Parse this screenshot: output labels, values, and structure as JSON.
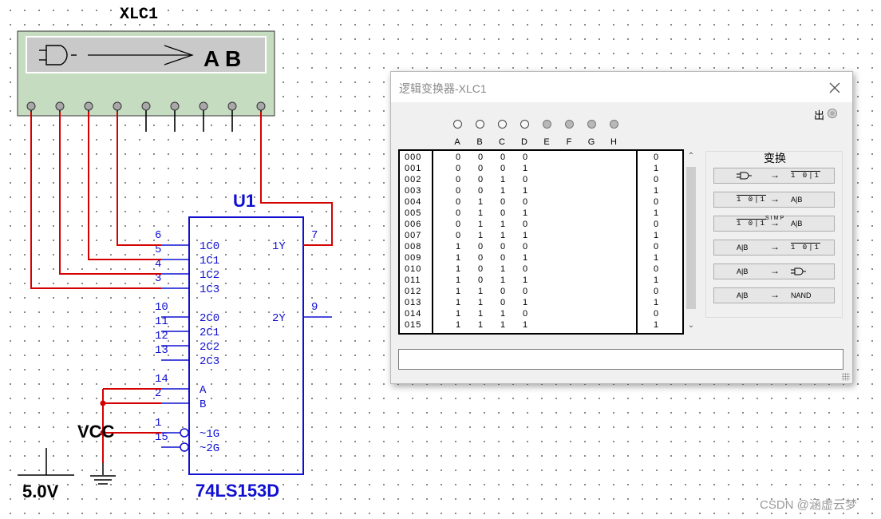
{
  "schematic": {
    "instrument_ref": "XLC1",
    "instrument_panel_text": "A B",
    "chip_ref": "U1",
    "chip_part": "74LS153D",
    "vcc_label": "VCC",
    "supply_label": "5.0V",
    "left_pins": [
      {
        "num": "6",
        "name": "1C0"
      },
      {
        "num": "5",
        "name": "1C1"
      },
      {
        "num": "4",
        "name": "1C2"
      },
      {
        "num": "3",
        "name": "1C3"
      },
      {
        "num": "10",
        "name": "2C0"
      },
      {
        "num": "11",
        "name": "2C1"
      },
      {
        "num": "12",
        "name": "2C2"
      },
      {
        "num": "13",
        "name": "2C3"
      },
      {
        "num": "14",
        "name": "A"
      },
      {
        "num": "2",
        "name": "B"
      },
      {
        "num": "1",
        "name": "~1G"
      },
      {
        "num": "15",
        "name": "~2G"
      }
    ],
    "right_pins": [
      {
        "num": "7",
        "name": "1Y"
      },
      {
        "num": "9",
        "name": "2Y"
      }
    ],
    "wire_color": "#d40000",
    "chip_color": "#1010d0"
  },
  "dialog": {
    "title": "逻辑变换器-XLC1",
    "output_label": "出",
    "columns": [
      "A",
      "B",
      "C",
      "D",
      "E",
      "F",
      "G",
      "H"
    ],
    "rows": [
      {
        "idx": "000",
        "bits": [
          "0",
          "0",
          "0",
          "0"
        ],
        "out": "0"
      },
      {
        "idx": "001",
        "bits": [
          "0",
          "0",
          "0",
          "1"
        ],
        "out": "1"
      },
      {
        "idx": "002",
        "bits": [
          "0",
          "0",
          "1",
          "0"
        ],
        "out": "0"
      },
      {
        "idx": "003",
        "bits": [
          "0",
          "0",
          "1",
          "1"
        ],
        "out": "1"
      },
      {
        "idx": "004",
        "bits": [
          "0",
          "1",
          "0",
          "0"
        ],
        "out": "0"
      },
      {
        "idx": "005",
        "bits": [
          "0",
          "1",
          "0",
          "1"
        ],
        "out": "1"
      },
      {
        "idx": "006",
        "bits": [
          "0",
          "1",
          "1",
          "0"
        ],
        "out": "0"
      },
      {
        "idx": "007",
        "bits": [
          "0",
          "1",
          "1",
          "1"
        ],
        "out": "1"
      },
      {
        "idx": "008",
        "bits": [
          "1",
          "0",
          "0",
          "0"
        ],
        "out": "0"
      },
      {
        "idx": "009",
        "bits": [
          "1",
          "0",
          "0",
          "1"
        ],
        "out": "1"
      },
      {
        "idx": "010",
        "bits": [
          "1",
          "0",
          "1",
          "0"
        ],
        "out": "0"
      },
      {
        "idx": "011",
        "bits": [
          "1",
          "0",
          "1",
          "1"
        ],
        "out": "1"
      },
      {
        "idx": "012",
        "bits": [
          "1",
          "1",
          "0",
          "0"
        ],
        "out": "0"
      },
      {
        "idx": "013",
        "bits": [
          "1",
          "1",
          "0",
          "1"
        ],
        "out": "1"
      },
      {
        "idx": "014",
        "bits": [
          "1",
          "1",
          "1",
          "0"
        ],
        "out": "0"
      },
      {
        "idx": "015",
        "bits": [
          "1",
          "1",
          "1",
          "1"
        ],
        "out": "1"
      }
    ],
    "conversions_title": "变换",
    "conversions": [
      {
        "lhs": "",
        "rhs": "1 0|1",
        "lhs_icon": "and-gate",
        "rhs_icon": ""
      },
      {
        "lhs": "1 0|1",
        "rhs": "A|B",
        "lhs_icon": "",
        "rhs_icon": ""
      },
      {
        "lhs": "1 0|1",
        "rhs": "A|B",
        "mid": "SIMP",
        "lhs_icon": "",
        "rhs_icon": ""
      },
      {
        "lhs": "A|B",
        "rhs": "1 0|1",
        "lhs_icon": "",
        "rhs_icon": ""
      },
      {
        "lhs": "A|B",
        "rhs": "",
        "lhs_icon": "",
        "rhs_icon": "and-gate"
      },
      {
        "lhs": "A|B",
        "rhs": "NAND",
        "lhs_icon": "",
        "rhs_icon": ""
      }
    ],
    "expression": ""
  },
  "watermark": "CSDN @涵虚云梦"
}
